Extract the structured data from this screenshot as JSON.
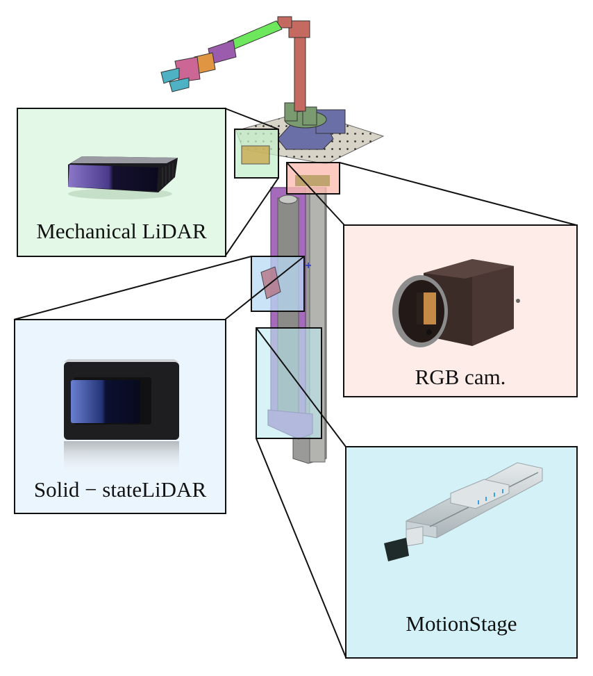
{
  "figure": {
    "description": "Robot arm on a linear motion stage with attached sensors, each called out in a zoomed panel",
    "colors": {
      "mechanical_lidar_bg": "#e3f8e6",
      "mechanical_lidar_highlight": "#c6f0cc",
      "rgb_cam_bg": "#fdece8",
      "rgb_cam_highlight": "#fbbdb1",
      "solid_state_lidar_bg": "#ebf5fd",
      "solid_state_lidar_highlight": "#b9d9f4",
      "motion_stage_bg": "#d3f1f7",
      "motion_stage_highlight": "#bdebf3",
      "outline": "#111111"
    }
  },
  "panels": [
    {
      "id": "mechanical-lidar",
      "label": "Mechanical LiDAR",
      "icon": "mechanical-lidar-icon"
    },
    {
      "id": "rgb-cam",
      "label": "RGB cam.",
      "icon": "camera-icon"
    },
    {
      "id": "solid-state-lidar",
      "label": "Solid − stateLiDAR",
      "icon": "solid-state-lidar-icon"
    },
    {
      "id": "motion-stage",
      "label": "MotionStage",
      "icon": "linear-stage-icon"
    }
  ]
}
